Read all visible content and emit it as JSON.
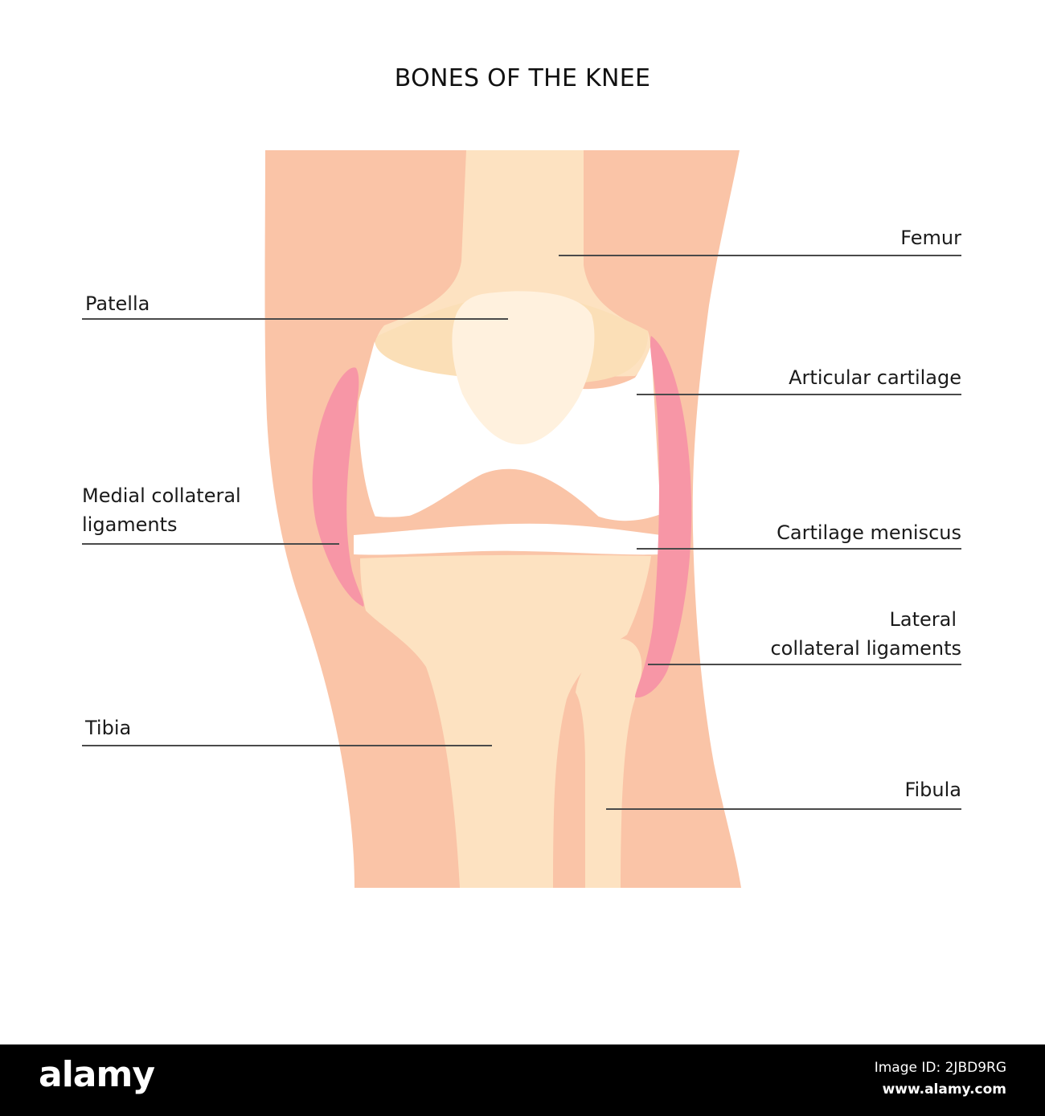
{
  "title": "BONES OF THE KNEE",
  "labels": {
    "femur": "Femur",
    "patella": "Patella",
    "articular_cartilage": "Articular cartilage",
    "medial_line1": "Medial collateral",
    "medial_line2": "ligaments",
    "meniscus": "Cartilage meniscus",
    "lateral_line1": "Lateral",
    "lateral_line2": "collateral ligaments",
    "tibia": "Tibia",
    "fibula": "Fibula"
  },
  "colors": {
    "skin": "#fac4a7",
    "bone": "#fde2c1",
    "patella": "#fff1de",
    "femur_cap": "#fbdfb7",
    "ligament": "#f796a6",
    "cartilage": "#ffffff",
    "leader_line": "#4a4a4a"
  },
  "watermark": {
    "logo": "alamy",
    "image_id": "Image ID: 2JBD9RG",
    "url": "www.alamy.com"
  }
}
